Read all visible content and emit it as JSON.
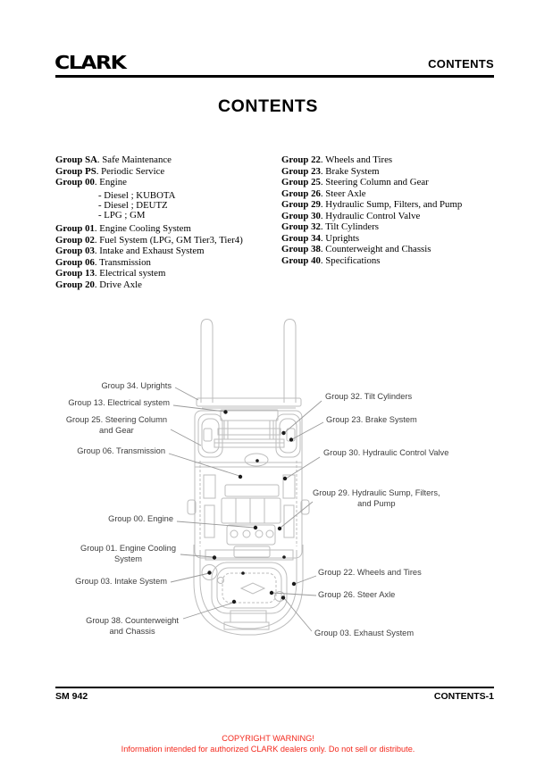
{
  "header": {
    "logo": "CLARK",
    "section": "CONTENTS"
  },
  "title": "CONTENTS",
  "contents": {
    "left": [
      {
        "g": "Group SA",
        "t": ". Safe Maintenance"
      },
      {
        "g": "Group PS",
        "t": ". Periodic Service"
      },
      {
        "g": "Group 00",
        "t": ". Engine"
      },
      {
        "g": "Group 01",
        "t": ". Engine Cooling System"
      },
      {
        "g": "Group 02",
        "t": ". Fuel System (LPG, GM  Tier3, Tier4)"
      },
      {
        "g": "Group 03",
        "t": ". Intake and Exhaust System"
      },
      {
        "g": "Group 06",
        "t": ". Transmission"
      },
      {
        "g": "Group 13",
        "t": ". Electrical system"
      },
      {
        "g": "Group 20",
        "t": ". Drive Axle"
      }
    ],
    "engine_variants": [
      "- Diesel ; KUBOTA",
      "- Diesel ; DEUTZ",
      "- LPG ; GM"
    ],
    "right": [
      {
        "g": "Group 22",
        "t": ". Wheels and Tires"
      },
      {
        "g": "Group 23",
        "t": ". Brake System"
      },
      {
        "g": "Group 25",
        "t": ". Steering Column and Gear"
      },
      {
        "g": "Group 26",
        "t": ". Steer Axle"
      },
      {
        "g": "Group 29",
        "t": ". Hydraulic Sump, Filters, and Pump"
      },
      {
        "g": "Group 30",
        "t": ". Hydraulic Control Valve"
      },
      {
        "g": "Group 32",
        "t": ". Tilt Cylinders"
      },
      {
        "g": "Group 34",
        "t": ". Uprights"
      },
      {
        "g": "Group 38",
        "t": ". Counterweight and Chassis"
      },
      {
        "g": "Group 40",
        "t": ". Specifications"
      }
    ]
  },
  "diagram": {
    "labels": {
      "uprights": {
        "line1": "Group 34. Uprights"
      },
      "electrical": {
        "line1": "Group 13. Electrical system"
      },
      "steering": {
        "line1": "Group 25. Steering Column",
        "line2": "and Gear"
      },
      "transmission": {
        "line1": "Group 06. Transmission"
      },
      "engine": {
        "line1": "Group 00. Engine"
      },
      "cooling": {
        "line1": "Group 01. Engine Cooling",
        "line2": "System"
      },
      "intake": {
        "line1": "Group 03. Intake System"
      },
      "counterweight": {
        "line1": "Group 38. Counterweight",
        "line2": "and Chassis"
      },
      "tilt": {
        "line1": "Group 32. Tilt Cylinders"
      },
      "brake": {
        "line1": "Group 23. Brake System"
      },
      "valve": {
        "line1": "Group 30. Hydraulic Control Valve"
      },
      "sump": {
        "line1": "Group 29. Hydraulic Sump, Filters,",
        "line2": "and Pump"
      },
      "wheels": {
        "line1": "Group 22. Wheels and Tires"
      },
      "steer_axle": {
        "line1": "Group 26. Steer Axle"
      },
      "exhaust": {
        "line1": "Group 03. Exhaust System"
      }
    }
  },
  "footer": {
    "doc_number": "SM 942",
    "page_number": "CONTENTS-1"
  },
  "warning": {
    "line1": "COPYRIGHT WARNING!",
    "line2": "Information intended for authorized CLARK dealers only. Do not sell or distribute."
  },
  "colors": {
    "warning_red": "#f3291d",
    "drawing_gray": "#bdbdbd",
    "leader_gray": "#9a9a9a",
    "label_text": "#3d3d3d"
  }
}
